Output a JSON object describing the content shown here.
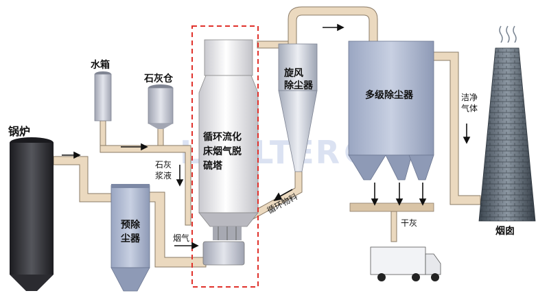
{
  "labels": {
    "boiler": "锅炉",
    "water_tank": "水箱",
    "lime_silo": "石灰仓",
    "pre_collector": "预除\n尘器",
    "tower": "循环流化\n床烟气脱\n硫塔",
    "cyclone": "旋风\n除尘器",
    "multi_collector": "多级除尘器",
    "chimney": "烟囱",
    "clean_gas": "洁净\n气体",
    "lime_slurry": "石灰\n浆液",
    "flue_gas": "烟气",
    "recycle_material": "循环物料",
    "dry_ash": "干灰",
    "watermark": "LOALTER®"
  },
  "colors": {
    "pipe": "#e8d4b8",
    "pipe_edge": "#8a7a66",
    "boiler": "#2e2e33",
    "steel": "#c9ccd6",
    "highlight_box": "#e0302a"
  }
}
